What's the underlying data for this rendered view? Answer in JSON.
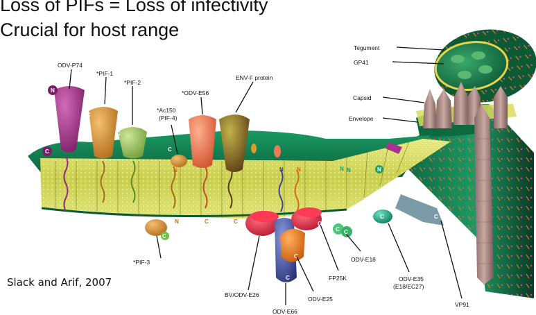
{
  "header": {
    "line1": "Loss of PIFs = Loss of infectivity",
    "line2": "Crucial for host range"
  },
  "citation": "Slack and Arif, 2007",
  "proteins_top": {
    "odv_p74": "ODV-P74",
    "pif1": "*PIF-1",
    "pif2": "*PIF-2",
    "ac150_a": "*Ac150",
    "ac150_b": "(PIF-4)",
    "odv_e56": "*ODV-E56",
    "env_f": "ENV-F protein"
  },
  "proteins_bottom": {
    "pif3": "*PIF-3",
    "bv_odv_e26": "BV/ODV-E26",
    "odv_e66": "ODV-E66",
    "odv_e25": "ODV-E25",
    "fp25k": "FP25K",
    "odv_e18": "ODV-E18",
    "odv_e35_a": "ODV-E35",
    "odv_e35_b": "(E18/EC27)",
    "vp91": "VP91"
  },
  "virion": {
    "tegument": "Tegument",
    "gp41": "GP41",
    "capsid": "Capsid",
    "envelope": "Envelope"
  },
  "termini": {
    "n": "N",
    "c": "C"
  },
  "colors": {
    "membrane_green": "#0e7a4e",
    "bilayer_yellow": "#d8dc5a",
    "p74_purple": "#a8338f",
    "pif1_orange": "#d68a2e",
    "pif2_green": "#9cc45a",
    "e56_salmon": "#f07a56",
    "envf_olive": "#8a7a2a",
    "red_protein": "#e0203c",
    "e66_blue": "#4a5aa8",
    "e25_orange": "#f07a18",
    "vp91_slate": "#7a9aa8"
  }
}
